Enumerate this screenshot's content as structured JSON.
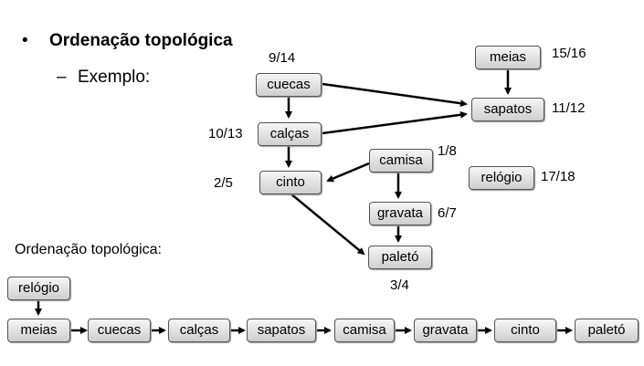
{
  "header": {
    "bullet": "•",
    "title": "Ordenação topológica",
    "dash": "–",
    "subtitle": "Exemplo:"
  },
  "graph": {
    "nodes": {
      "cuecas": {
        "label": "cuecas",
        "times": "9/14"
      },
      "calcas": {
        "label": "calças",
        "times": "10/13"
      },
      "cinto": {
        "label": "cinto",
        "times": "2/5"
      },
      "meias": {
        "label": "meias",
        "times": "15/16"
      },
      "sapatos": {
        "label": "sapatos",
        "times": "11/12"
      },
      "camisa": {
        "label": "camisa",
        "times": "1/8"
      },
      "gravata": {
        "label": "gravata",
        "times": "6/7"
      },
      "paleto": {
        "label": "paletó",
        "times": "3/4"
      },
      "relogio": {
        "label": "relógio",
        "times": "17/18"
      }
    }
  },
  "result": {
    "heading": "Ordenação topológica:",
    "top": "relógio",
    "sequence": [
      "meias",
      "cuecas",
      "calças",
      "sapatos",
      "camisa",
      "gravata",
      "cinto",
      "paletó"
    ]
  }
}
